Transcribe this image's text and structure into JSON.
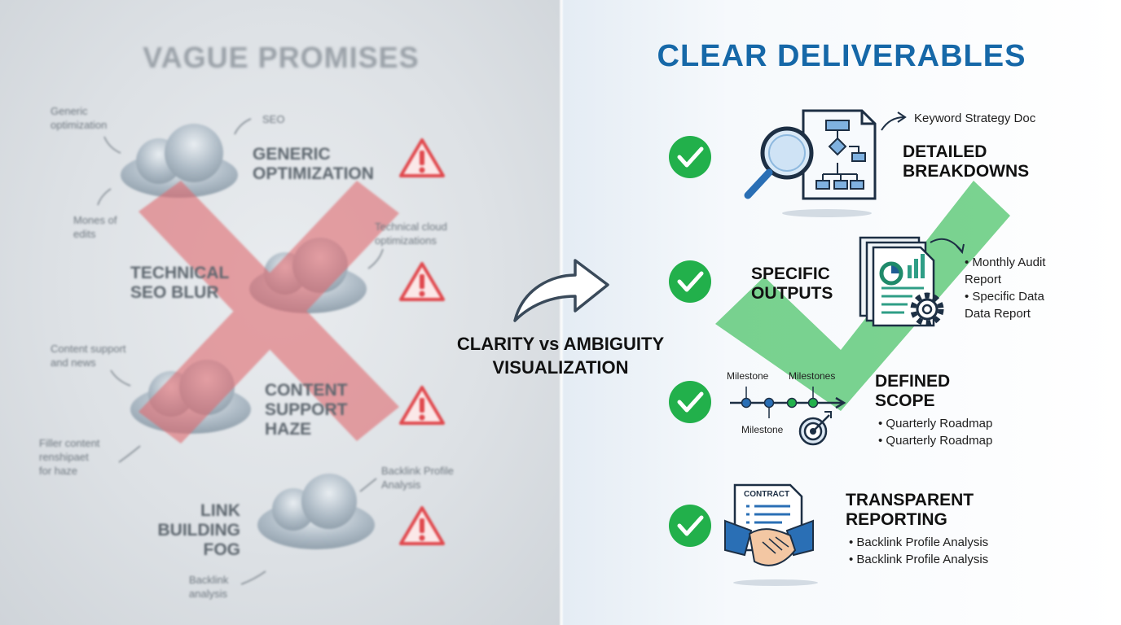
{
  "left": {
    "title": "VAGUE PROMISES",
    "items": [
      {
        "heading": "GENERIC\nOPTIMIZATION",
        "notes": [
          "Generic\noptimization",
          "SEO",
          "Mones of\nedits"
        ]
      },
      {
        "heading": "TECHNICAL\nSEO BLUR",
        "notes": [
          "Technical cloud\noptimizations"
        ]
      },
      {
        "heading": "CONTENT\nSUPPORT\nHAZE",
        "notes": [
          "Content support\nand news",
          "Filler content\nrenshipaet\nfor haze"
        ]
      },
      {
        "heading": "LINK\nBUILDING\nFOG",
        "notes": [
          "Backlink Profile\nAnalysis",
          "Backlink\nanalysis"
        ]
      }
    ],
    "icons": {
      "warning": "warning-triangle-icon",
      "cloud": "cloud-icon",
      "cross": "red-x-icon"
    },
    "colors": {
      "warning": "#e0474c",
      "cross": "#e06a6f"
    }
  },
  "center": {
    "label_line1": "CLARITY vs AMBIGUITY",
    "label_line2": "VISUALIZATION",
    "icon": "curved-arrow-icon"
  },
  "right": {
    "title": "CLEAR DELIVERABLES",
    "items": [
      {
        "heading": "DETAILED\nBREAKDOWNS",
        "callout": "Keyword Strategy Doc"
      },
      {
        "heading": "SPECIFIC\nOUTPUTS",
        "bullets": [
          "Monthly Audit\nReport",
          "Specific Data\nData Report"
        ]
      },
      {
        "heading": "DEFINED\nSCOPE",
        "bullets": [
          "Quarterly Roadmap",
          "Quarterly Roadmap"
        ],
        "timeline_labels": [
          "Milestone",
          "Milestones",
          "Milestone"
        ]
      },
      {
        "heading": "TRANSPARENT\nREPORTING",
        "bullets": [
          "Backlink Profile Analysis",
          "Backlink Profile Analysis"
        ],
        "doc_label": "CONTRACT"
      }
    ],
    "icons": {
      "check": "green-check-icon",
      "big_check": "big-green-check-icon"
    },
    "colors": {
      "title": "#1668a8",
      "check": "#22b04b",
      "accent": "#2a6fb5"
    }
  }
}
